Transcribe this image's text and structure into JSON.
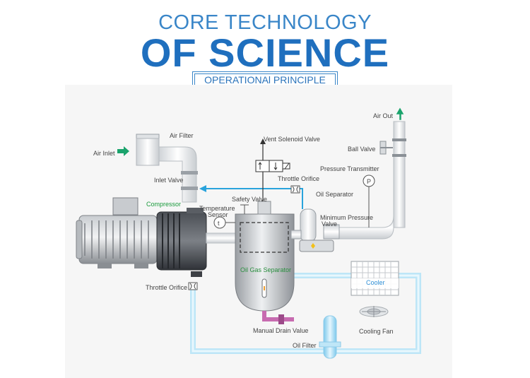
{
  "header": {
    "line1": "CORE TECHNOLOGY",
    "line2": "OF SCIENCE",
    "subtitle": "OPERATIONAl PRINCIPLE"
  },
  "labels": {
    "air_out": "Air Out",
    "air_filter": "Air Filter",
    "air_inlet": "Air Inlet",
    "vent_solenoid_valve": "Vent Solenoid Valve",
    "ball_valve": "Ball Valve",
    "throttle_orifice_top": "Throttle Orifice",
    "pressure_transmitter": "Pressure Transmitter",
    "pressure_symbol": "P",
    "inlet_valve": "Inlet Valve",
    "oil_separator": "Oil Separator",
    "compressor": "Compressor",
    "safety_valve": "Safety Valve",
    "temperature_sensor_line1": "Temperature",
    "temperature_sensor_line2": "Sensor",
    "temperature_symbol": "t",
    "minimum_pressure_valve_line1": "Minimum Pressure",
    "minimum_pressure_valve_line2": "Valve",
    "oil_gas_separator": "Oil Gas Separator",
    "cooler": "Cooler",
    "throttle_orifice_bottom": "Throttle Orifice",
    "cooling_fan": "Cooling Fan",
    "manual_drain_valve": "Manual Drain Value",
    "oil_filter": "Oil Filter"
  },
  "colors": {
    "title_light": "#3a86c8",
    "title_dark": "#1f6fbe",
    "compressor_label": "#1a9a3c",
    "air_arrow": "#1aa36c",
    "control_line": "#29a3dc",
    "oil_pipe": "#aee0f5",
    "drain_pipe": "#c76bb0",
    "separator_label": "#2a8f3f",
    "cooler_label": "#2e8fd6"
  }
}
